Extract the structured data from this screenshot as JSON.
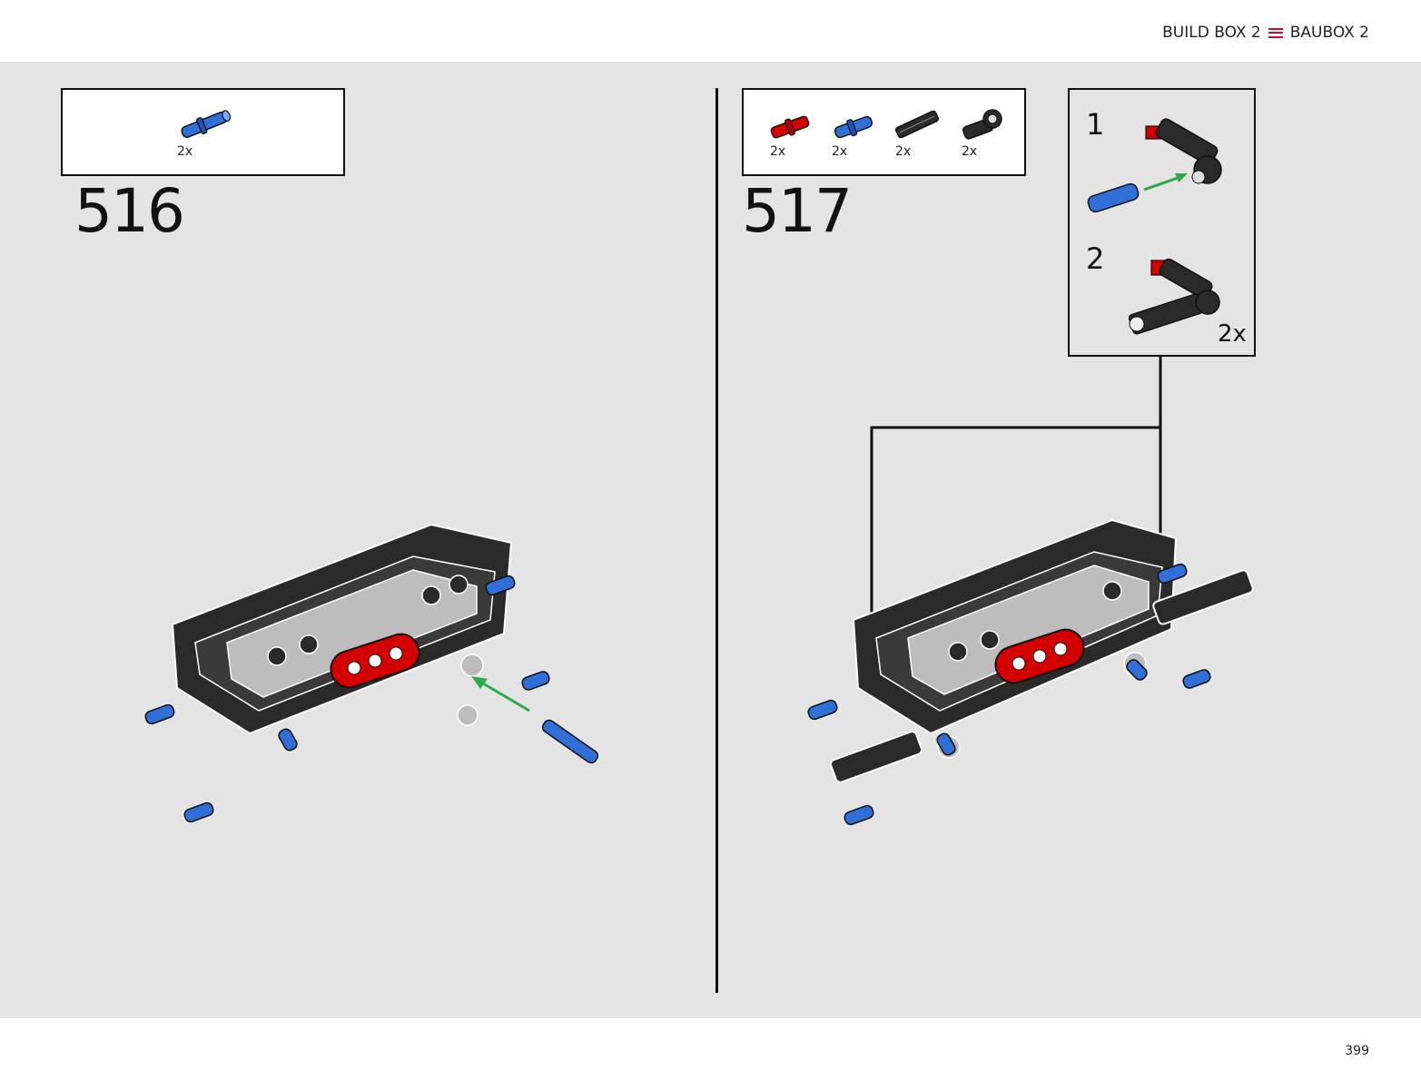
{
  "header": {
    "build_box_en": "BUILD BOX 2",
    "build_box_de": "BAUBOX 2",
    "menu_icon": "hamburger-icon"
  },
  "steps": [
    {
      "number": "516",
      "parts": [
        {
          "name": "blue-pin",
          "qty": "2x"
        }
      ]
    },
    {
      "number": "517",
      "parts": [
        {
          "name": "red-pin",
          "qty": "2x"
        },
        {
          "name": "blue-pin",
          "qty": "2x"
        },
        {
          "name": "black-axle",
          "qty": "2x"
        },
        {
          "name": "black-angle-connector",
          "qty": "2x"
        }
      ],
      "sub_assembly": {
        "step1": "1",
        "step2": "2",
        "qty": "2x"
      }
    }
  ],
  "footer": {
    "page_number": "399"
  },
  "colors": {
    "accent": "#c8102e",
    "background": "#e4e4e4",
    "arrow": "#2eaa4a",
    "brick_blue": "#2f6fd6",
    "brick_red": "#d40000",
    "brick_black": "#2a2a2a"
  }
}
